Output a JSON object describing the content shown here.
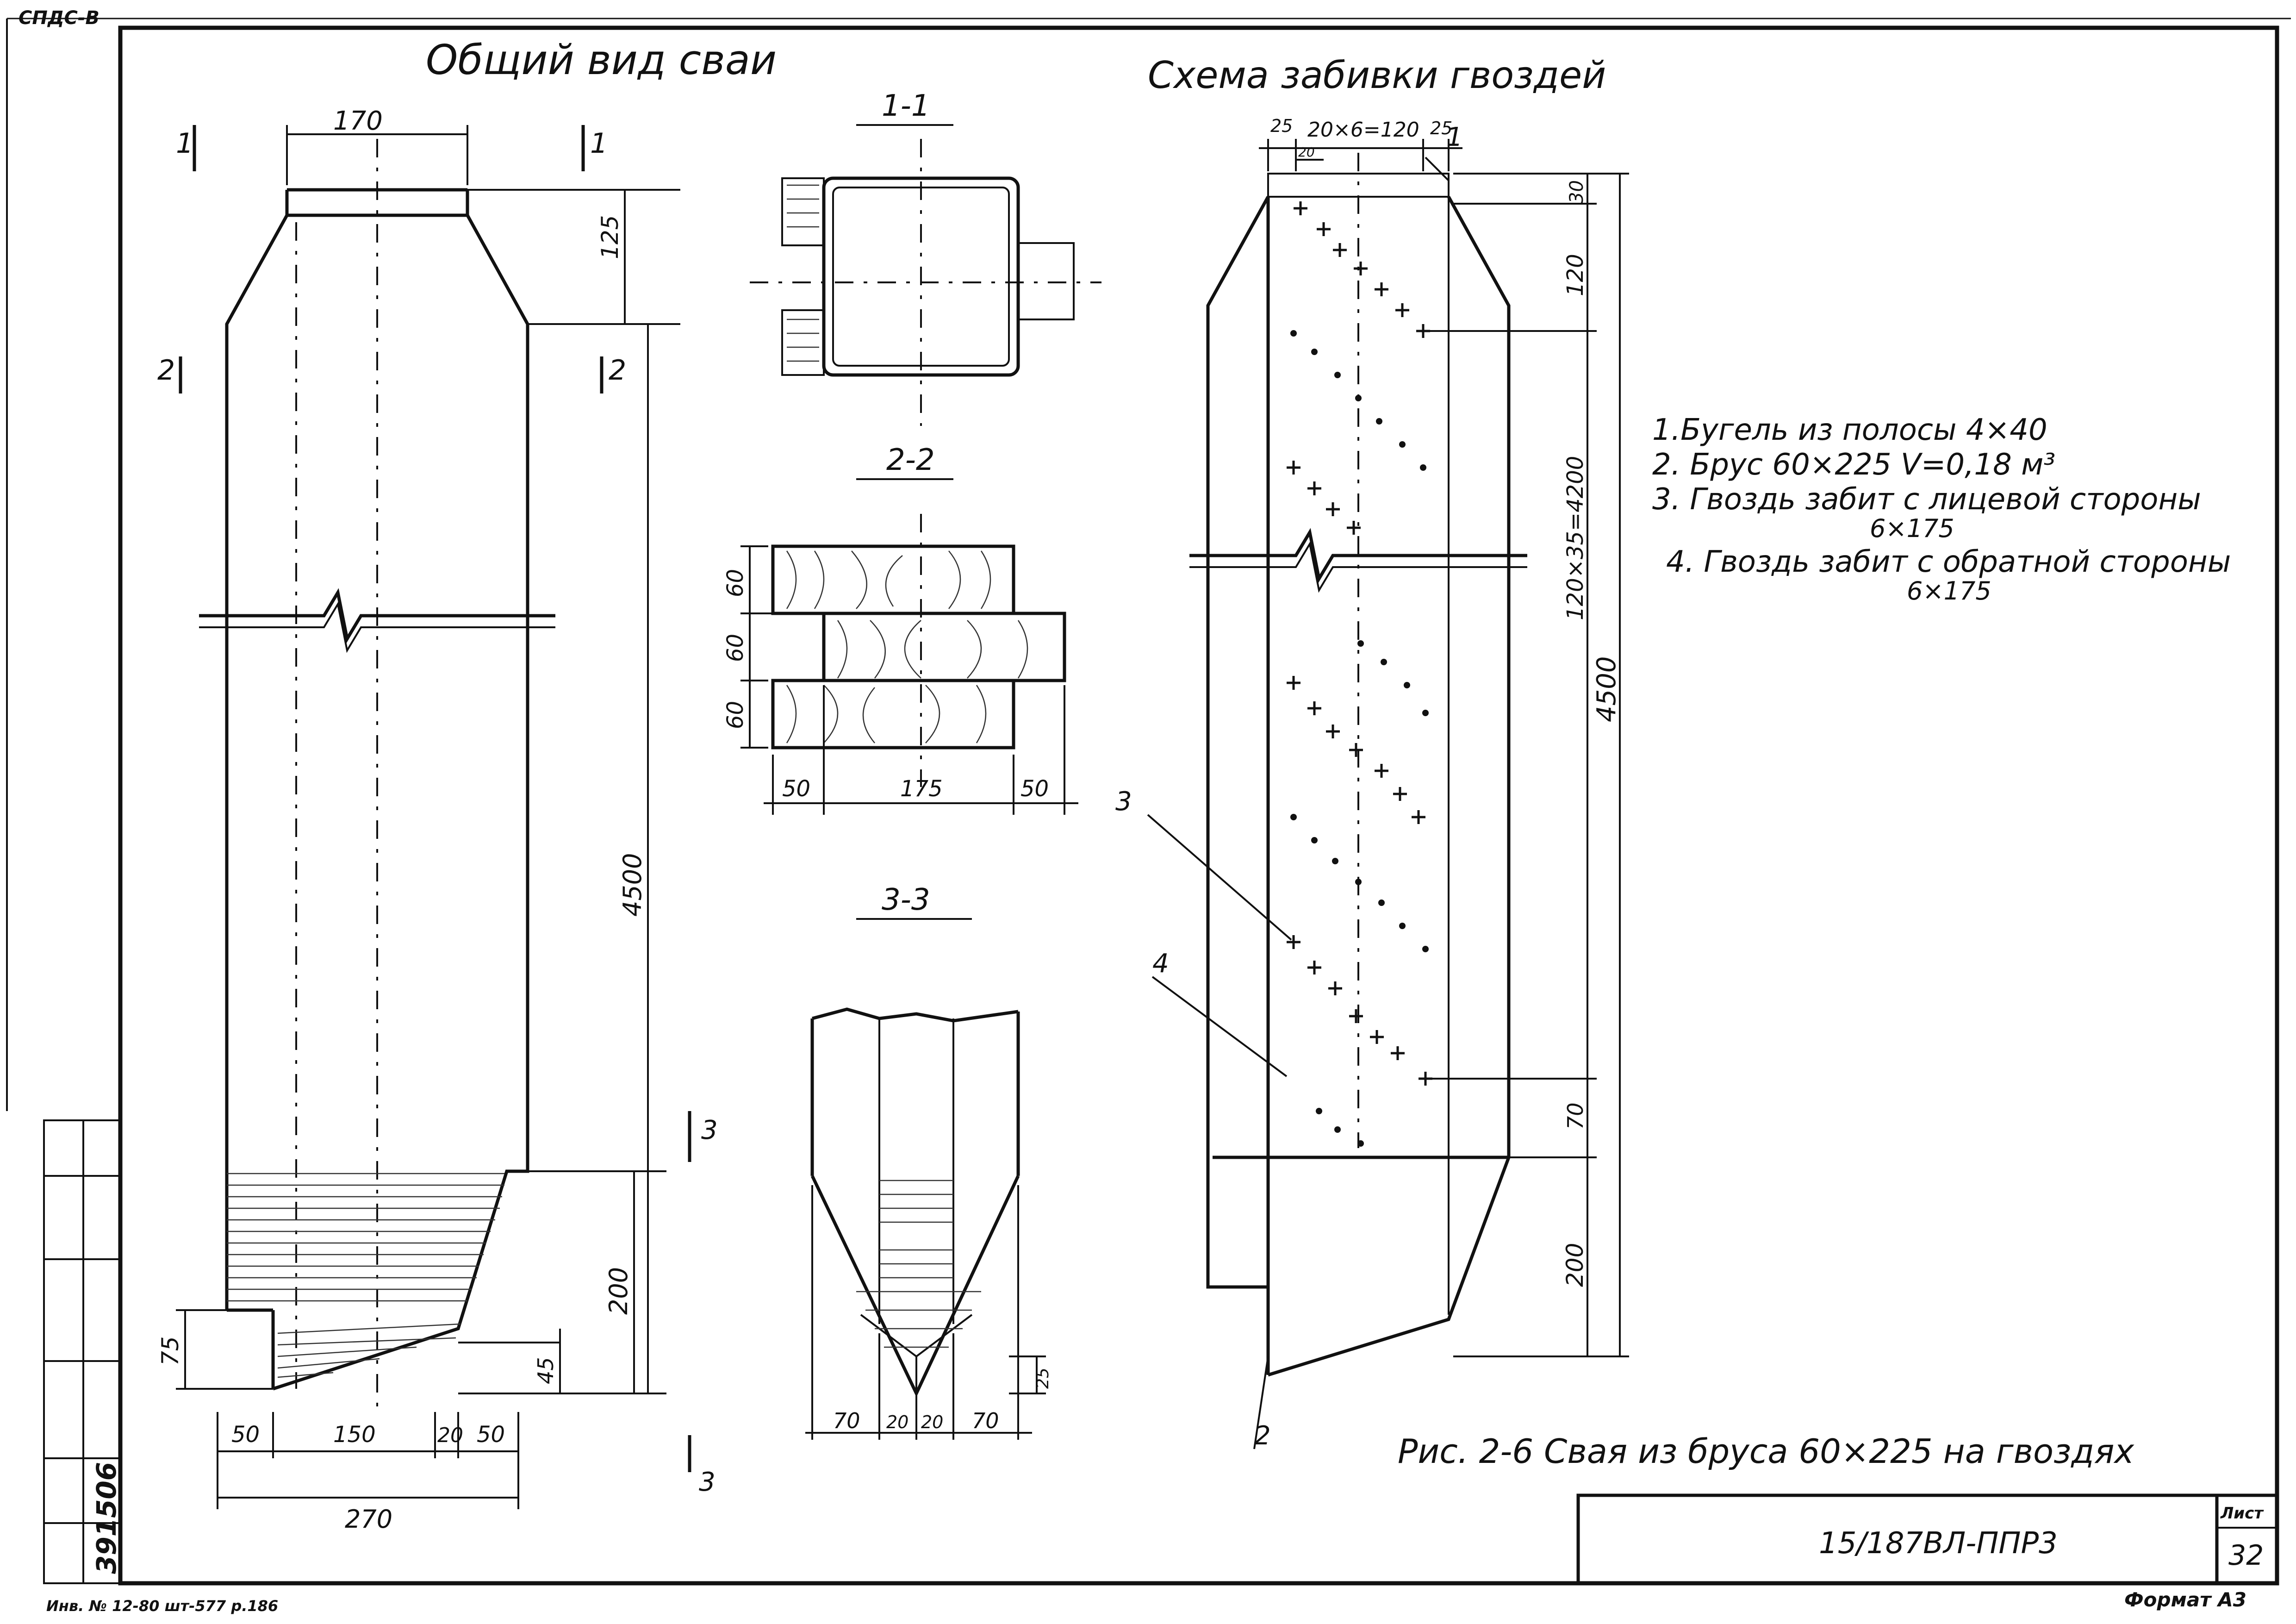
{
  "stamp": "СПДС-В",
  "title_general_view": "Общий вид сваи",
  "title_nail_scheme": "Схема забивки гвоздей",
  "section_labels": {
    "s11": "1-1",
    "s22": "2-2",
    "s33": "3-3"
  },
  "cut_marks": {
    "c1_left": "1",
    "c1_right": "1",
    "c2_left": "2",
    "c2_right": "2",
    "c3_top": "3",
    "c3_bottom": "3"
  },
  "general_view_dims": {
    "top_width": "170",
    "taper_height": "125",
    "total_length": "4500",
    "tip_height": "200",
    "tip_offset": "45",
    "left_step": "75",
    "bottom_50a": "50",
    "bottom_150": "150",
    "bottom_20": "20",
    "bottom_50b": "50",
    "overall_270": "270"
  },
  "section22_dims": {
    "h1": "60",
    "h2": "60",
    "h3": "60",
    "w_left": "50",
    "w_mid": "175",
    "w_right": "50"
  },
  "section33_dims": {
    "w1": "70",
    "w2": "20",
    "w3": "20",
    "w4": "70",
    "h_tip": "25"
  },
  "nail_scheme_dims": {
    "top_25a": "25",
    "top_spacing": "20×6=120",
    "top_25b": "25",
    "top_20": "20",
    "right_30": "30",
    "right_120": "120",
    "right_spacing": "120×35=4200",
    "right_total": "4500",
    "right_70": "70",
    "right_200": "200"
  },
  "callouts": {
    "c1": "1",
    "c2": "2",
    "c3": "3",
    "c4": "4"
  },
  "legend": [
    "1.Бугель из полосы 4×40",
    "2. Брус 60×225 V=0,18 м³",
    "3. Гвоздь забит с лицевой стороны",
    "6×175",
    "4. Гвоздь забит с обратной стороны",
    "6×175"
  ],
  "caption": "Рис. 2-6 Свая из бруса 60×225 на гвоздях",
  "title_block": {
    "code": "15/187ВЛ-ППР3",
    "sheet_label": "Лист",
    "sheet_no": "32",
    "format": "Формат А3"
  },
  "side_stamp": {
    "inv": "391506",
    "bottom_strip": "Инв. № 12-80 шт-577 р.186"
  }
}
